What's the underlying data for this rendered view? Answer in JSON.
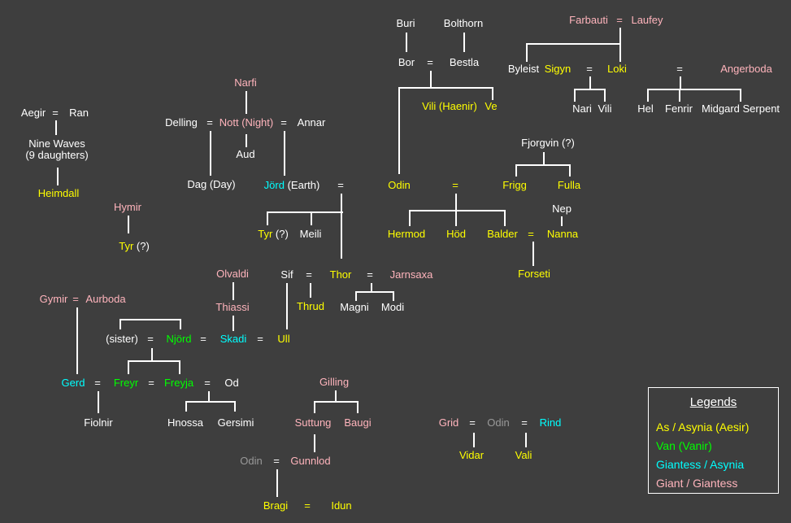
{
  "colors": {
    "bg": "#3E3E3E",
    "line": "#FFFFFF",
    "w": "#FFFFFF",
    "y": "#FFFF00",
    "g": "#00FF00",
    "c": "#00FFFF",
    "p": "#FFB4BC",
    "x": "#999999"
  },
  "legend": {
    "title": "Legends",
    "items": [
      {
        "label": "As / Asynia (Aesir)",
        "color": "y"
      },
      {
        "label": "Van (Vanir)",
        "color": "g"
      },
      {
        "label": "Giantess / Asynia",
        "color": "c"
      },
      {
        "label": "Giant / Giantess",
        "color": "p"
      }
    ]
  },
  "tree": {
    "nodes": [
      [
        "Buri",
        499,
        29,
        "w"
      ],
      [
        "Bolthorn",
        570,
        29,
        "w"
      ],
      [
        "Bor",
        500,
        77,
        "w"
      ],
      [
        "=",
        529,
        77,
        "w"
      ],
      [
        "Bestla",
        571,
        77,
        "w"
      ],
      [
        "Vili (Haenir)",
        553,
        131,
        "y"
      ],
      [
        "Ve",
        604,
        131,
        "y"
      ],
      [
        "Farbauti",
        724,
        25,
        "p"
      ],
      [
        "=",
        762,
        25,
        "p"
      ],
      [
        "Laufey",
        796,
        25,
        "p"
      ],
      [
        "Byleist",
        644,
        85,
        "w"
      ],
      [
        "Sigyn",
        686,
        85,
        "y"
      ],
      [
        "=",
        725,
        85,
        "w"
      ],
      [
        "Loki",
        759,
        85,
        "y"
      ],
      [
        "=",
        836,
        85,
        "w"
      ],
      [
        "Angerboda",
        918,
        85,
        "p"
      ],
      [
        "Nari",
        716,
        134,
        "w"
      ],
      [
        "Vili",
        744,
        134,
        "w"
      ],
      [
        "Hel",
        794,
        134,
        "w"
      ],
      [
        "Fenrir",
        835,
        134,
        "w"
      ],
      [
        "Midgard Serpent",
        911,
        134,
        "w"
      ],
      [
        "Aegir",
        41,
        139,
        "w"
      ],
      [
        "=",
        68,
        139,
        "w"
      ],
      [
        "Ran",
        97,
        139,
        "w"
      ],
      [
        "Nine Waves",
        70,
        177,
        "w"
      ],
      [
        "(9 daughters)",
        70,
        191,
        "w"
      ],
      [
        "Heimdall",
        72,
        238,
        "y"
      ],
      [
        "Hymir",
        157,
        255,
        "p"
      ],
      [
        [
          [
            "Tyr",
            "y"
          ],
          [
            " (?)",
            "w"
          ]
        ],
        165,
        303
      ],
      [
        "Narfi",
        302,
        102,
        "p"
      ],
      [
        "Delling",
        223,
        151,
        "w"
      ],
      [
        "=",
        258,
        151,
        "w"
      ],
      [
        "Nott (Night)",
        303,
        151,
        "p"
      ],
      [
        "=",
        349,
        151,
        "w"
      ],
      [
        "Annar",
        383,
        151,
        "w"
      ],
      [
        "Aud",
        302,
        190,
        "w"
      ],
      [
        "Dag (Day)",
        260,
        227,
        "w"
      ],
      [
        [
          [
            "Jörd",
            "c"
          ],
          [
            " (Earth)",
            "w"
          ]
        ],
        359,
        228
      ],
      [
        "=",
        419,
        228,
        "w"
      ],
      [
        "Odin",
        491,
        228,
        "y"
      ],
      [
        "=",
        560,
        228,
        "y"
      ],
      [
        "Frigg",
        633,
        228,
        "y"
      ],
      [
        "Fulla",
        700,
        228,
        "y"
      ],
      [
        "Fjorgvin (?)",
        674,
        176,
        "w"
      ],
      [
        "Nep",
        691,
        257,
        "w"
      ],
      [
        "Hermod",
        500,
        288,
        "y"
      ],
      [
        "Höd",
        561,
        288,
        "y"
      ],
      [
        "Balder",
        618,
        288,
        "y"
      ],
      [
        "=",
        653,
        288,
        "y"
      ],
      [
        "Nanna",
        692,
        288,
        "y"
      ],
      [
        "Forseti",
        657,
        337,
        "y"
      ],
      [
        [
          [
            "Tyr",
            "y"
          ],
          [
            " (?)",
            "w"
          ]
        ],
        336,
        288
      ],
      [
        "Meili",
        382,
        288,
        "w"
      ],
      [
        "Olvaldi",
        286,
        337,
        "p"
      ],
      [
        "Sif",
        353,
        338,
        "w"
      ],
      [
        "=",
        380,
        338,
        "w"
      ],
      [
        "Thor",
        419,
        338,
        "y"
      ],
      [
        "=",
        455,
        338,
        "w"
      ],
      [
        "Jarnsaxa",
        506,
        338,
        "p"
      ],
      [
        "Thrud",
        382,
        377,
        "y"
      ],
      [
        "Magni",
        436,
        378,
        "w"
      ],
      [
        "Modi",
        483,
        378,
        "w"
      ],
      [
        "Thiassi",
        286,
        378,
        "p"
      ],
      [
        "Skadi",
        287,
        417,
        "c"
      ],
      [
        "=",
        320,
        417,
        "w"
      ],
      [
        "Ull",
        349,
        417,
        "y"
      ],
      [
        "Gymir",
        66,
        368,
        "p"
      ],
      [
        "=",
        93,
        368,
        "p"
      ],
      [
        "Aurboda",
        130,
        368,
        "p"
      ],
      [
        "(sister)",
        150,
        417,
        "w"
      ],
      [
        "=",
        185,
        417,
        "w"
      ],
      [
        "Njörd",
        220,
        417,
        "g"
      ],
      [
        "=",
        250,
        417,
        "w"
      ],
      [
        "Gerd",
        90,
        471,
        "c"
      ],
      [
        "=",
        120,
        471,
        "w"
      ],
      [
        "Freyr",
        155,
        471,
        "g"
      ],
      [
        "=",
        186,
        471,
        "w"
      ],
      [
        "Freyja",
        220,
        471,
        "g"
      ],
      [
        "=",
        255,
        471,
        "w"
      ],
      [
        "Od",
        285,
        471,
        "w"
      ],
      [
        "Fiolnir",
        121,
        520,
        "w"
      ],
      [
        "Hnossa",
        228,
        520,
        "w"
      ],
      [
        "Gersimi",
        290,
        520,
        "w"
      ],
      [
        "Gilling",
        411,
        470,
        "p"
      ],
      [
        "Suttung",
        385,
        520,
        "p"
      ],
      [
        "Baugi",
        440,
        520,
        "p"
      ],
      [
        "Odin",
        309,
        567,
        "x"
      ],
      [
        "=",
        340,
        567,
        "w"
      ],
      [
        "Gunnlod",
        382,
        567,
        "p"
      ],
      [
        "Bragi",
        339,
        622,
        "y"
      ],
      [
        "=",
        378,
        622,
        "y"
      ],
      [
        "Idun",
        420,
        622,
        "y"
      ],
      [
        "Grid",
        552,
        520,
        "p"
      ],
      [
        "=",
        581,
        520,
        "w"
      ],
      [
        "Odin",
        613,
        520,
        "x"
      ],
      [
        "=",
        645,
        520,
        "w"
      ],
      [
        "Rind",
        677,
        520,
        "c"
      ],
      [
        "Vidar",
        580,
        560,
        "y"
      ],
      [
        "Vali",
        644,
        560,
        "y"
      ]
    ],
    "edges": [
      [
        499,
        40,
        2,
        24
      ],
      [
        570,
        40,
        2,
        24
      ],
      [
        529,
        87,
        2,
        20
      ],
      [
        490,
        107,
        117,
        2
      ],
      [
        490,
        107,
        2,
        107
      ],
      [
        605,
        107,
        2,
        16
      ],
      [
        762,
        34,
        2,
        19
      ],
      [
        647,
        53,
        117,
        2
      ],
      [
        647,
        53,
        2,
        23
      ],
      [
        762,
        53,
        2,
        23
      ],
      [
        725,
        94,
        2,
        15
      ],
      [
        706,
        109,
        39,
        2
      ],
      [
        706,
        109,
        2,
        16
      ],
      [
        743,
        109,
        2,
        16
      ],
      [
        836,
        94,
        2,
        15
      ],
      [
        796,
        109,
        116,
        2
      ],
      [
        796,
        109,
        2,
        16
      ],
      [
        835,
        109,
        2,
        16
      ],
      [
        910,
        109,
        2,
        16
      ],
      [
        68,
        148,
        2,
        18
      ],
      [
        70,
        206,
        2,
        22
      ],
      [
        157,
        265,
        2,
        22
      ],
      [
        302,
        112,
        2,
        28
      ],
      [
        258,
        161,
        2,
        55
      ],
      [
        302,
        165,
        2,
        16
      ],
      [
        349,
        161,
        2,
        55
      ],
      [
        419,
        238,
        2,
        80
      ],
      [
        328,
        260,
        94,
        2
      ],
      [
        328,
        260,
        2,
        17
      ],
      [
        382,
        260,
        2,
        17
      ],
      [
        560,
        238,
        2,
        20
      ],
      [
        503,
        258,
        119,
        2
      ],
      [
        503,
        258,
        2,
        20
      ],
      [
        560,
        258,
        2,
        20
      ],
      [
        620,
        258,
        2,
        20
      ],
      [
        668,
        187,
        2,
        15
      ],
      [
        634,
        202,
        68,
        2
      ],
      [
        634,
        202,
        2,
        15
      ],
      [
        700,
        202,
        2,
        15
      ],
      [
        690,
        266,
        2,
        12
      ],
      [
        655,
        297,
        2,
        30
      ],
      [
        381,
        348,
        2,
        18
      ],
      [
        456,
        348,
        2,
        10
      ],
      [
        437,
        358,
        48,
        2
      ],
      [
        437,
        358,
        2,
        12
      ],
      [
        483,
        358,
        2,
        12
      ],
      [
        352,
        348,
        2,
        57
      ],
      [
        286,
        347,
        2,
        22
      ],
      [
        286,
        388,
        2,
        19
      ],
      [
        94,
        378,
        2,
        82
      ],
      [
        147,
        392,
        76,
        2
      ],
      [
        147,
        392,
        2,
        13
      ],
      [
        221,
        392,
        2,
        13
      ],
      [
        186,
        428,
        2,
        15
      ],
      [
        157,
        443,
        65,
        2
      ],
      [
        157,
        443,
        2,
        17
      ],
      [
        220,
        443,
        2,
        17
      ],
      [
        120,
        481,
        2,
        27
      ],
      [
        256,
        481,
        2,
        12
      ],
      [
        228,
        493,
        62,
        2
      ],
      [
        228,
        493,
        2,
        13
      ],
      [
        288,
        493,
        2,
        13
      ],
      [
        412,
        480,
        2,
        13
      ],
      [
        386,
        493,
        55,
        2
      ],
      [
        386,
        493,
        2,
        15
      ],
      [
        439,
        493,
        2,
        15
      ],
      [
        386,
        534,
        2,
        22
      ],
      [
        340,
        577,
        2,
        34
      ],
      [
        582,
        532,
        2,
        18
      ],
      [
        646,
        532,
        2,
        18
      ]
    ]
  }
}
